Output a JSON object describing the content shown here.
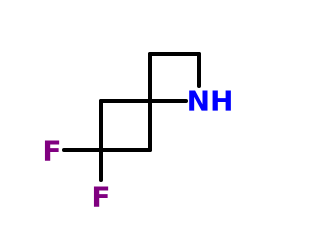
{
  "molecule": {
    "atoms": [
      {
        "id": "C1",
        "element": "C"
      },
      {
        "id": "C2",
        "element": "C"
      },
      {
        "id": "C3",
        "element": "C"
      },
      {
        "id": "C4",
        "element": "C"
      },
      {
        "id": "C5",
        "element": "C"
      },
      {
        "id": "C6",
        "element": "C"
      },
      {
        "id": "N1",
        "element": "N",
        "label": "NH"
      },
      {
        "id": "F1",
        "element": "F",
        "label": "F"
      },
      {
        "id": "F2",
        "element": "F",
        "label": "F"
      }
    ],
    "bonds": [
      {
        "from": "C1",
        "to": "C2"
      },
      {
        "from": "C2",
        "to": "N1"
      },
      {
        "from": "N1",
        "to": "C3"
      },
      {
        "from": "C3",
        "to": "C1"
      },
      {
        "from": "C3",
        "to": "C4"
      },
      {
        "from": "C4",
        "to": "C5"
      },
      {
        "from": "C5",
        "to": "C6"
      },
      {
        "from": "C6",
        "to": "C3"
      },
      {
        "from": "C5",
        "to": "F1"
      },
      {
        "from": "C5",
        "to": "F2"
      }
    ]
  },
  "colors": {
    "bond": "#000000",
    "nitrogen": "#0000ff",
    "fluorine": "#800080",
    "background": "#ffffff"
  }
}
